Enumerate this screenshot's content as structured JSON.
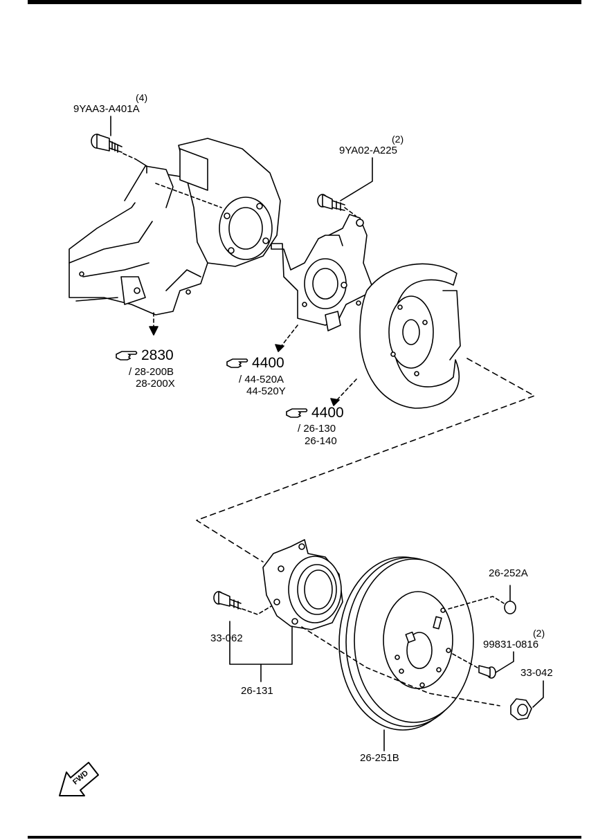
{
  "labels": {
    "bolt_top": {
      "qty": "(4)",
      "part": "9YAA3-A401A"
    },
    "bolt_bracket": {
      "qty": "(2)",
      "part": "9YA02-A225"
    },
    "ref_knuckle": {
      "page": "2830",
      "sub1": "/ 28-200B",
      "sub2": "28-200X"
    },
    "ref_bracket": {
      "page": "4400",
      "sub1": "/ 44-520A",
      "sub2": "44-520Y"
    },
    "ref_dust_shield": {
      "page": "4400",
      "sub1": "/ 26-130",
      "sub2": "26-140"
    },
    "hub_bolt": "33-062",
    "hub": "26-131",
    "disc": "26-251B",
    "wheel_nut_cap": "26-252A",
    "screw": {
      "qty": "(2)",
      "part": "99831-0816"
    },
    "lock_nut": "33-042",
    "fwd": "FWD"
  },
  "colors": {
    "line": "#000000",
    "fill": "#ffffff"
  },
  "icons": [
    "hand-pointer-icon",
    "fwd-arrow-icon"
  ]
}
